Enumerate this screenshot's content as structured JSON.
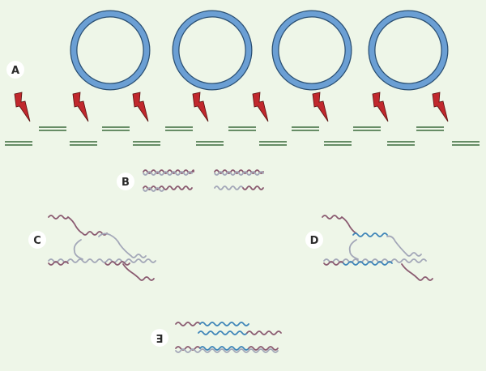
{
  "labels": {
    "a": "A",
    "b": "B",
    "c": "C",
    "d": "D",
    "e": "E"
  },
  "colors": {
    "background": "#eef6e8",
    "plasmid_fill": "#6b9fd4",
    "plasmid_outline": "#2a4f72",
    "dna_line": "#3a6a3a",
    "lightning": "#c0282d",
    "strand_mauve": "#8a5a70",
    "strand_light": "#a3a7b8",
    "strand_blue": "#3d84b8"
  },
  "icons": {
    "plasmid": "ring-icon",
    "break": "lightning-bolt-icon"
  }
}
